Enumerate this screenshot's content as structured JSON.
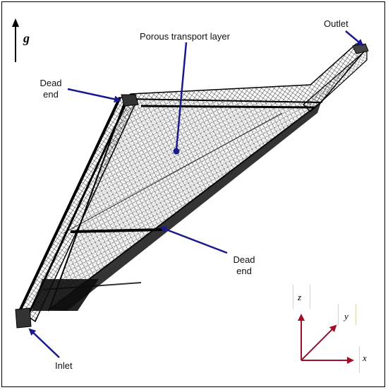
{
  "labels": {
    "outlet": "Outlet",
    "porous_layer": "Porous transport layer",
    "dead_end_top_line1": "Dead",
    "dead_end_top_line2": "end",
    "dead_end_mid_line1": "Dead",
    "dead_end_mid_line2": "end",
    "inlet": "Inlet",
    "gravity": "g"
  },
  "axes": {
    "x": "x",
    "y": "y",
    "z": "z"
  },
  "colors": {
    "pointer_arrow": "#1a1a8c",
    "axis_arrow": "#a0102a",
    "mesh": "#000000"
  }
}
